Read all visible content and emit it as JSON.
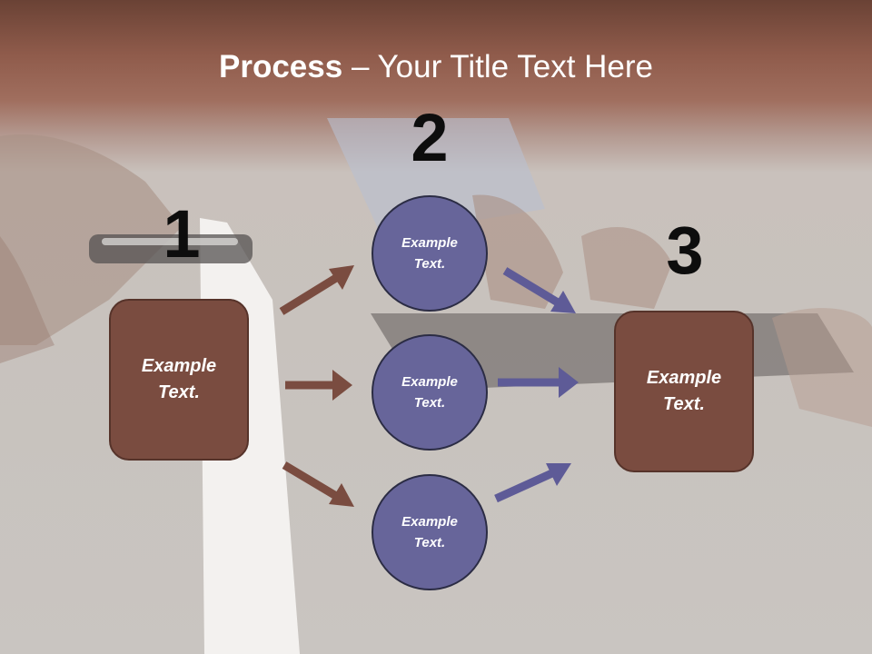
{
  "title": {
    "bold": "Process",
    "rest": " – Your Title Text Here"
  },
  "steps": [
    {
      "number": "1",
      "text": "Example Text."
    },
    {
      "number": "2",
      "text": "Example Text."
    },
    {
      "number": "3",
      "text": "Example Text."
    }
  ],
  "circles": [
    {
      "text": "Example Text."
    },
    {
      "text": "Example Text."
    },
    {
      "text": "Example Text."
    }
  ],
  "colors": {
    "box": "#7a4c40",
    "circle": "#67659a",
    "arrow_brown": "#7a4c40",
    "arrow_blue": "#5e5b97",
    "header": "#8f5b4b"
  }
}
